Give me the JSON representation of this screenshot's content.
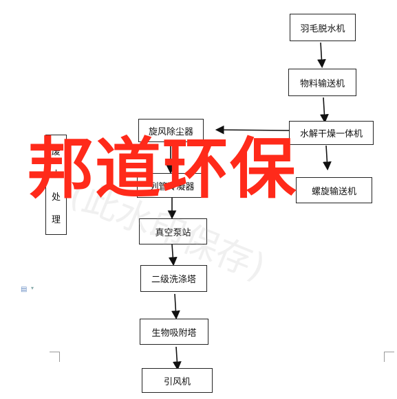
{
  "nodes": {
    "feather_dewater": "羽毛脱水机",
    "material_conveyor": "物料输送机",
    "hydrolysis_dryer": "水解干燥一体机",
    "cyclone_dust": "旋风除尘器",
    "screw_conveyor": "螺旋输送机",
    "tube_condenser": "列管冷凝器",
    "vacuum_pump": "真空泵站",
    "scrubber_2": "二级洗涤塔",
    "bio_adsorption": "生物吸附塔",
    "induced_fan": "引风机"
  },
  "wastewater": {
    "chars": [
      "废",
      "水",
      "处",
      "理"
    ]
  },
  "watermark": {
    "text": "邦道环保",
    "faint_text": "(此水印保存)"
  },
  "colors": {
    "watermark": "#ff2a1a",
    "box_border": "#222222",
    "arrow": "#111111"
  }
}
